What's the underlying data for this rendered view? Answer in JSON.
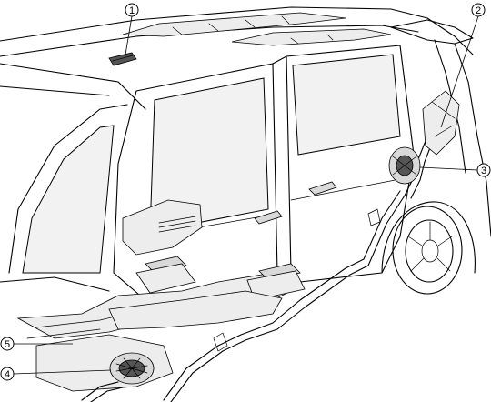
{
  "callouts": [
    {
      "id": "c1",
      "label": "1",
      "part": "ceiling-vent"
    },
    {
      "id": "c2",
      "label": "2",
      "part": "rear-unit-duct"
    },
    {
      "id": "c3",
      "label": "3",
      "part": "rear-blower-unit"
    },
    {
      "id": "c4",
      "label": "4",
      "part": "front-blower-fan"
    },
    {
      "id": "c5",
      "label": "5",
      "part": "floor-duct"
    }
  ],
  "colors": {
    "line": "#000000",
    "glass": "#f2f2f2",
    "shade": "#d9d9d9",
    "background": "#ffffff"
  }
}
